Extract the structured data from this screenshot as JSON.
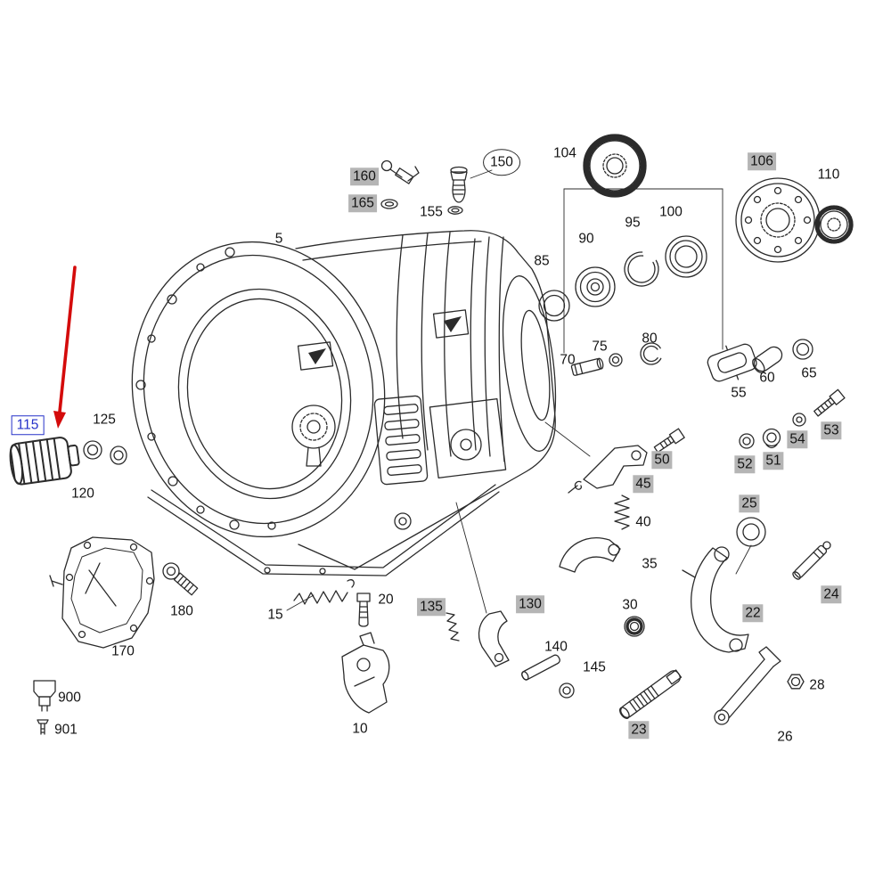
{
  "diagram": {
    "type": "exploded-parts-diagram",
    "subject": "Automatic transmission housing with exploded components",
    "background_color": "#ffffff",
    "line_color": "#2b2b2b",
    "highlight_color": "#b5b5b5",
    "selection_color": "#2531c9",
    "arrow_color": "#d40b0b",
    "selected_part": "115",
    "highlighted_parts": [
      "160",
      "165",
      "106",
      "53",
      "54",
      "51",
      "52",
      "50",
      "45",
      "25",
      "24",
      "22",
      "23",
      "130",
      "135"
    ]
  },
  "labels": {
    "p5": "5",
    "p10": "10",
    "p15": "15",
    "p20": "20",
    "p22": "22",
    "p23": "23",
    "p24": "24",
    "p25": "25",
    "p26": "26",
    "p28": "28",
    "p30": "30",
    "p35": "35",
    "p40": "40",
    "p45": "45",
    "p50": "50",
    "p51": "51",
    "p52": "52",
    "p53": "53",
    "p54": "54",
    "p55": "55",
    "p60": "60",
    "p65": "65",
    "p70": "70",
    "p75": "75",
    "p80": "80",
    "p85": "85",
    "p90": "90",
    "p95": "95",
    "p100": "100",
    "p104": "104",
    "p106": "106",
    "p110": "110",
    "p115": "115",
    "p120": "120",
    "p125": "125",
    "p130": "130",
    "p135": "135",
    "p140": "140",
    "p145": "145",
    "p150": "150",
    "p155": "155",
    "p160": "160",
    "p165": "165",
    "p170": "170",
    "p180": "180",
    "p900": "900",
    "p901": "901"
  }
}
